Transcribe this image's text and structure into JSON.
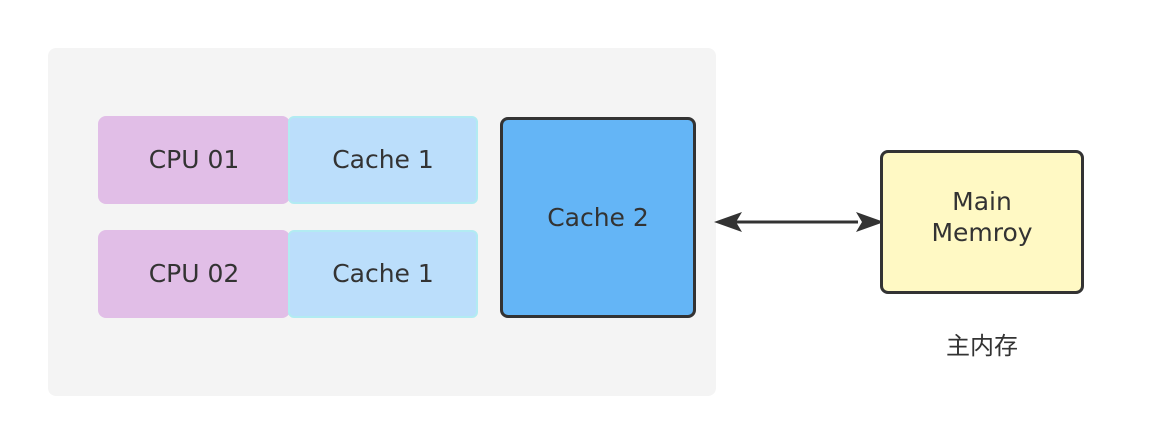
{
  "diagram": {
    "cpu_boxes": [
      {
        "label": "CPU 01"
      },
      {
        "label": "CPU 02"
      }
    ],
    "l1_caches": [
      {
        "label": "Cache 1"
      },
      {
        "label": "Cache 1"
      }
    ],
    "l2_cache": {
      "label": "Cache 2"
    },
    "main_memory": {
      "label": "Main Memroy",
      "caption": "主内存"
    },
    "connector": {
      "direction": "bidirectional"
    },
    "colors": {
      "panel": "#f4f4f4",
      "cpu": "#e1bee7",
      "cache1": "#bbdefb",
      "cache1_border": "#b2ebf2",
      "cache2": "#64b5f6",
      "memory": "#fff9c4",
      "stroke": "#333333"
    }
  }
}
